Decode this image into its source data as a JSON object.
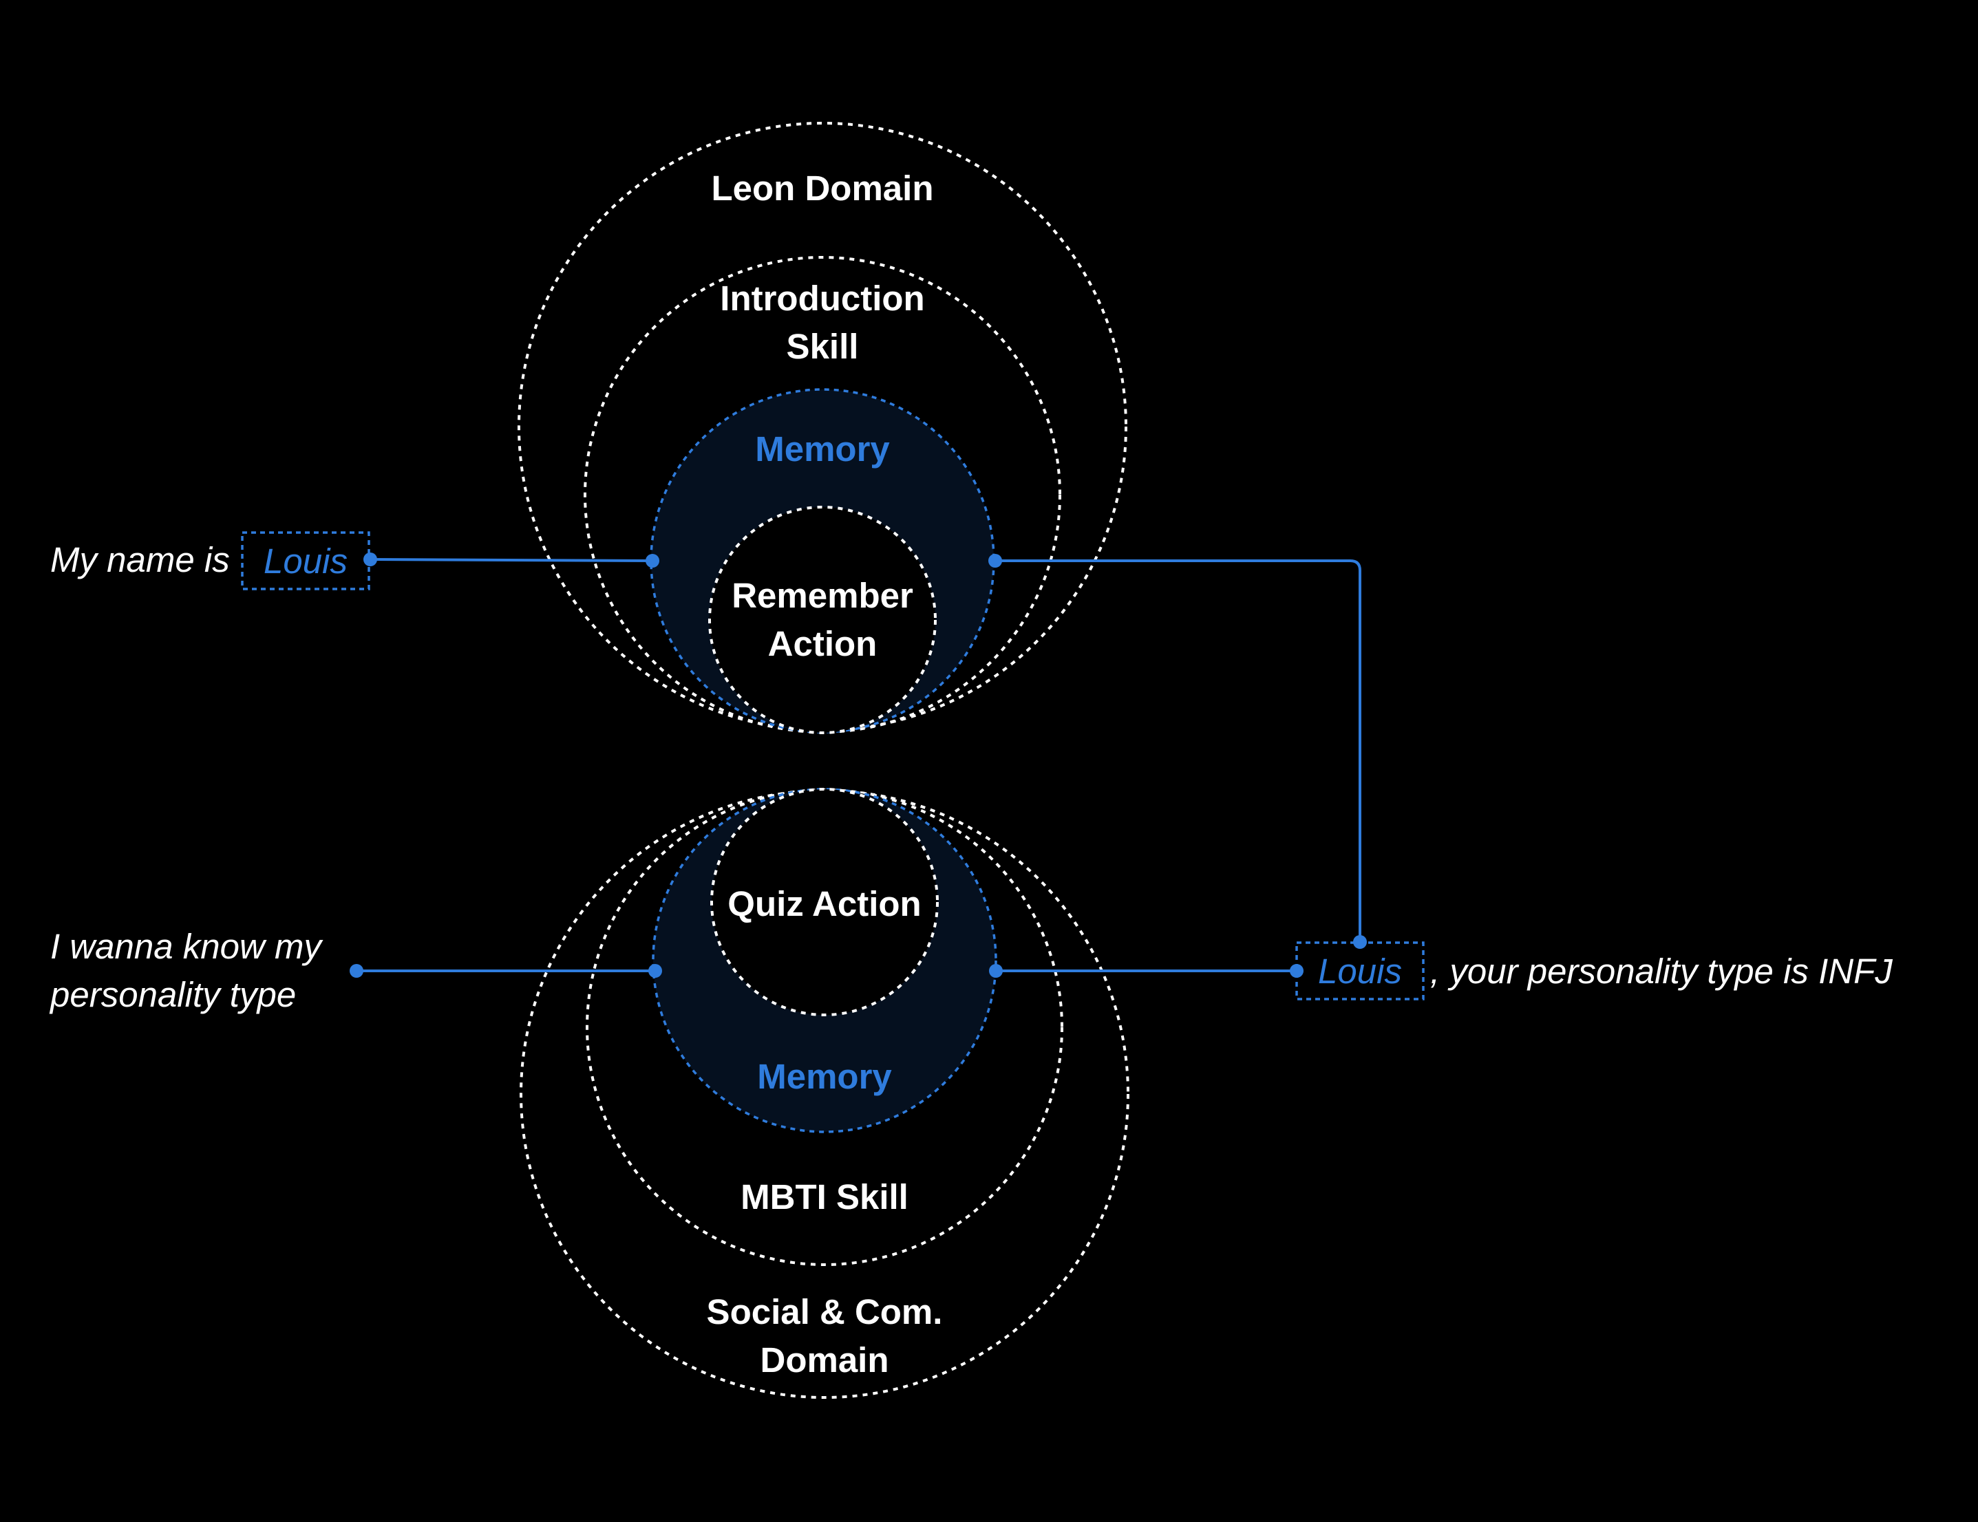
{
  "colors": {
    "background": "#000000",
    "text": "#ffffff",
    "accent": "#2f7cdd",
    "memory_fill": "#05101f"
  },
  "top": {
    "domain_label": "Leon Domain",
    "skill_label_line1": "Introduction",
    "skill_label_line2": "Skill",
    "memory_label": "Memory",
    "action_label_line1": "Remember",
    "action_label_line2": "Action"
  },
  "bottom": {
    "action_label": "Quiz Action",
    "memory_label": "Memory",
    "skill_label": "MBTI Skill",
    "domain_label_line1": "Social & Com.",
    "domain_label_line2": "Domain"
  },
  "input1": {
    "prefix": "My name is",
    "name": "Louis"
  },
  "input2": {
    "line1": "I wanna know my",
    "line2": "personality type"
  },
  "output": {
    "name": "Louis",
    "suffix": ", your personality type is INFJ"
  }
}
